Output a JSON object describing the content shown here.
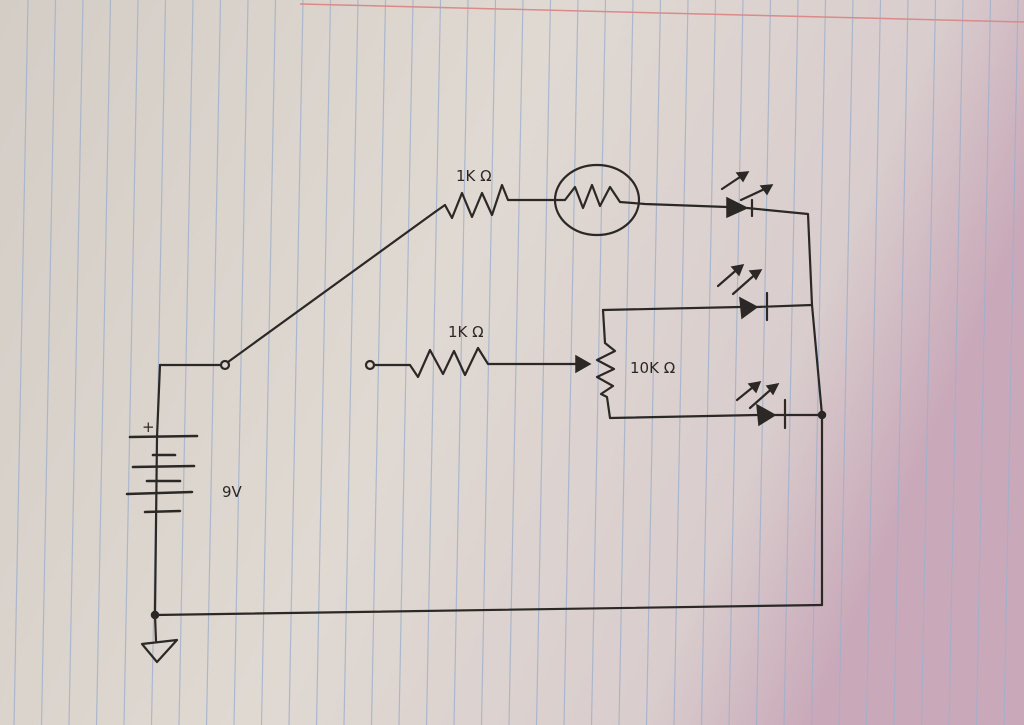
{
  "diagram": {
    "type": "hand-drawn circuit schematic on lined paper",
    "labels": {
      "battery_plus": "+",
      "battery_voltage": "9V",
      "resistor_top": "1K Ω",
      "resistor_middle": "1K Ω",
      "potentiometer": "10K Ω"
    },
    "colors": {
      "paper": "#ddd6cf",
      "rule_line": "#9fb0cc",
      "margin_line": "#d98a8a",
      "ink": "#2b2826"
    }
  }
}
